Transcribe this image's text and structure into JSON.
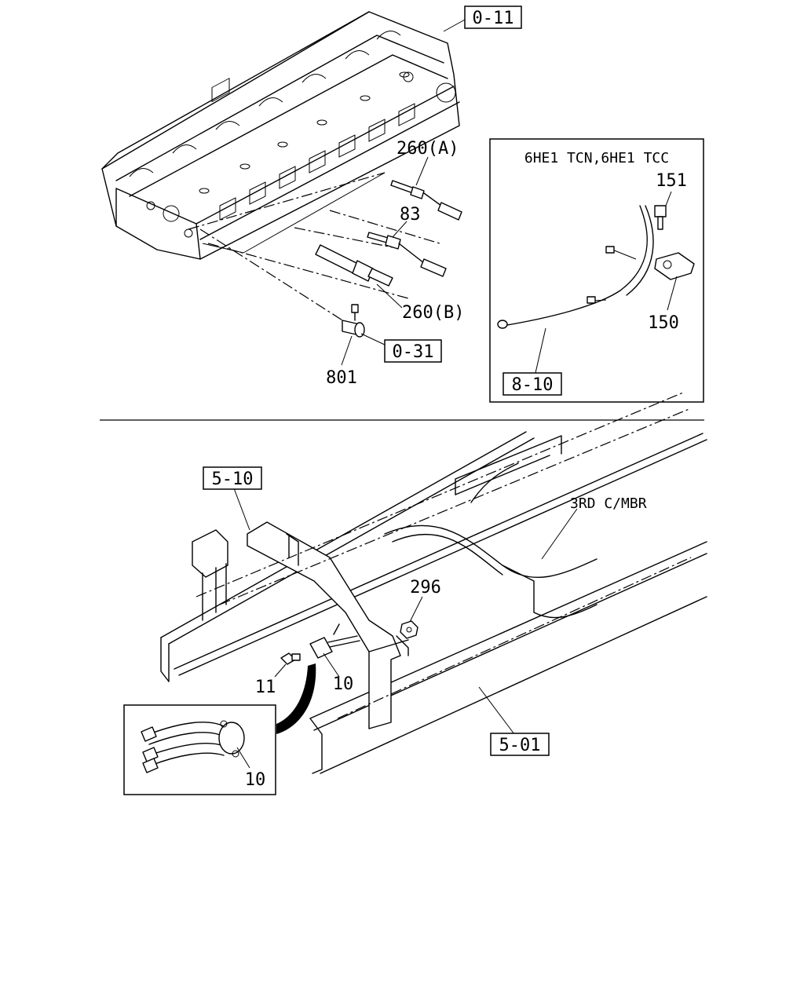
{
  "ref_labels": {
    "cylinder_head": "0-11",
    "bracket_ref": "0-31",
    "harness_ref": "8-10",
    "crossmember_ref": "5-10",
    "frame_ref": "5-01"
  },
  "part_numbers": {
    "sensor_a": "260(A)",
    "sensor_83": "83",
    "sensor_b": "260(B)",
    "fitting_801": "801",
    "bolt_151": "151",
    "clip_150": "150",
    "nut_296": "296",
    "bolt_11": "11",
    "switch_10": "10",
    "switch_10_detail": "10"
  },
  "inset": {
    "title": "6HE1 TCN,6HE1 TCC"
  },
  "annotations": {
    "crossmember": "3RD C/MBR"
  }
}
